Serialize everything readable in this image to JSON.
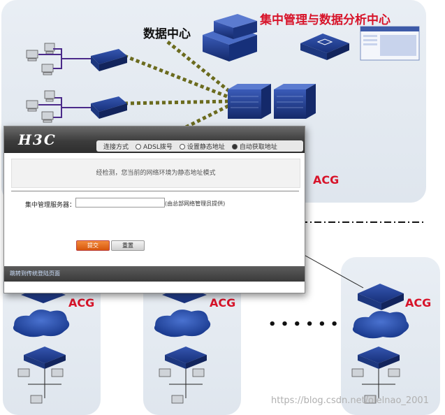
{
  "labels": {
    "data_center": "数据中心",
    "mgmt_center": "集中管理与数据分析中心",
    "acg_core": "ACG",
    "acg_branch_1": "ACG",
    "acg_branch_2": "ACG",
    "acg_branch_3": "ACG",
    "ellipsis": "• • • • • •"
  },
  "dialog": {
    "logo": "H3C",
    "conn_mode_label": "连接方式",
    "options": [
      "ADSL拨号",
      "设置静态地址",
      "自动获取地址"
    ],
    "detect_message": "经检测，您当前的网络环境为静态地址模式",
    "server_label": "集中管理服务器：",
    "server_value": "",
    "server_hint": "(由总部网络管理员提供)",
    "submit_label": "提交",
    "reset_label": "重置",
    "footer_link": "跳转到传统登陆页面"
  },
  "colors": {
    "brand_red": "#d7142a",
    "device_blue": "#1f3d8a",
    "link_olive": "#6b6b1e",
    "link_purple": "#4b2a8a"
  },
  "watermark": "https://blog.csdn.net/olelnao_2001"
}
